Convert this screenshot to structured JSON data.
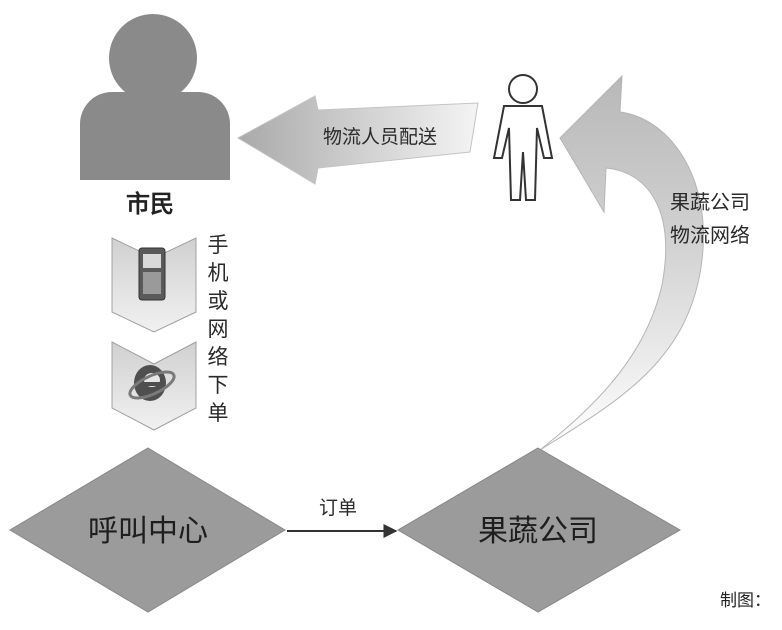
{
  "nodes": {
    "citizen_label": "市民",
    "call_center_label": "呼叫中心",
    "company_label": "果蔬公司"
  },
  "edges": {
    "delivery_label": "物流人员配送",
    "order_label": "订单",
    "network_label_line1": "果蔬公司",
    "network_label_line2": "物流网络",
    "ordering_label_chars": [
      "手",
      "机",
      "或",
      "网",
      "络",
      "下",
      "单"
    ]
  },
  "footer": {
    "credit_label": "制图："
  },
  "colors": {
    "person_fill": "#8a8a8a",
    "diamond_fill": "#9b9b9b",
    "arrow_fill": "#c9c9c9",
    "text_dark": "#222222"
  },
  "icons": [
    "person-silhouette-icon",
    "courier-outline-icon",
    "mobile-phone-icon",
    "internet-explorer-icon"
  ]
}
